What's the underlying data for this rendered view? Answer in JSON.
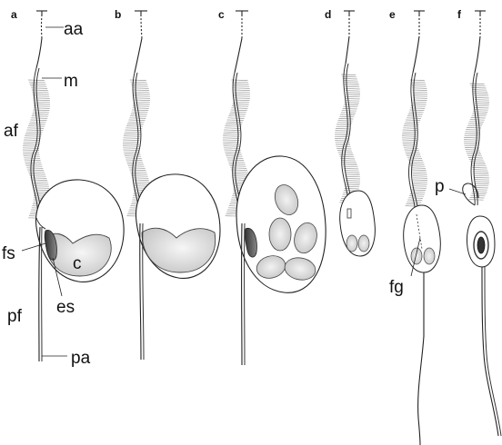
{
  "panels": [
    {
      "id": "a",
      "label": "a"
    },
    {
      "id": "b",
      "label": "b"
    },
    {
      "id": "c",
      "label": "c"
    },
    {
      "id": "d",
      "label": "d"
    },
    {
      "id": "e",
      "label": "e"
    },
    {
      "id": "f",
      "label": "f"
    }
  ],
  "callouts": {
    "aa": "aa",
    "m": "m",
    "af": "af",
    "fs": "fs",
    "c": "c",
    "es": "es",
    "pf": "pf",
    "pa": "pa",
    "fg": "fg",
    "p": "p"
  },
  "colors": {
    "line": "#222222",
    "mastigonemes": "#9a9a9a",
    "cell_fill_light": "#f7f7f7",
    "chloroplast_fill": "#dcdcdc",
    "eyespot": "#555555"
  }
}
